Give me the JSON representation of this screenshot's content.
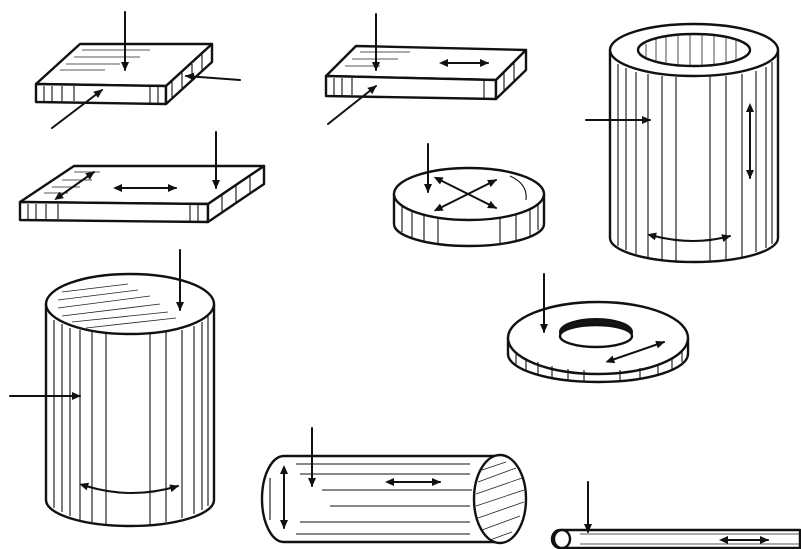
{
  "figure": {
    "background": "#ffffff",
    "ink": "#111111",
    "objects": [
      {
        "id": "plate-square",
        "shape": "thin square plate"
      },
      {
        "id": "plate-strip",
        "shape": "thin rectangular strip"
      },
      {
        "id": "plate-wide",
        "shape": "wide thin plate"
      },
      {
        "id": "disk",
        "shape": "disk"
      },
      {
        "id": "tube",
        "shape": "hollow cylinder"
      },
      {
        "id": "block-cylinder",
        "shape": "large solid cylinder"
      },
      {
        "id": "washer",
        "shape": "annular washer"
      },
      {
        "id": "rod",
        "shape": "horizontal rod"
      },
      {
        "id": "wire",
        "shape": "thin wire"
      }
    ]
  }
}
